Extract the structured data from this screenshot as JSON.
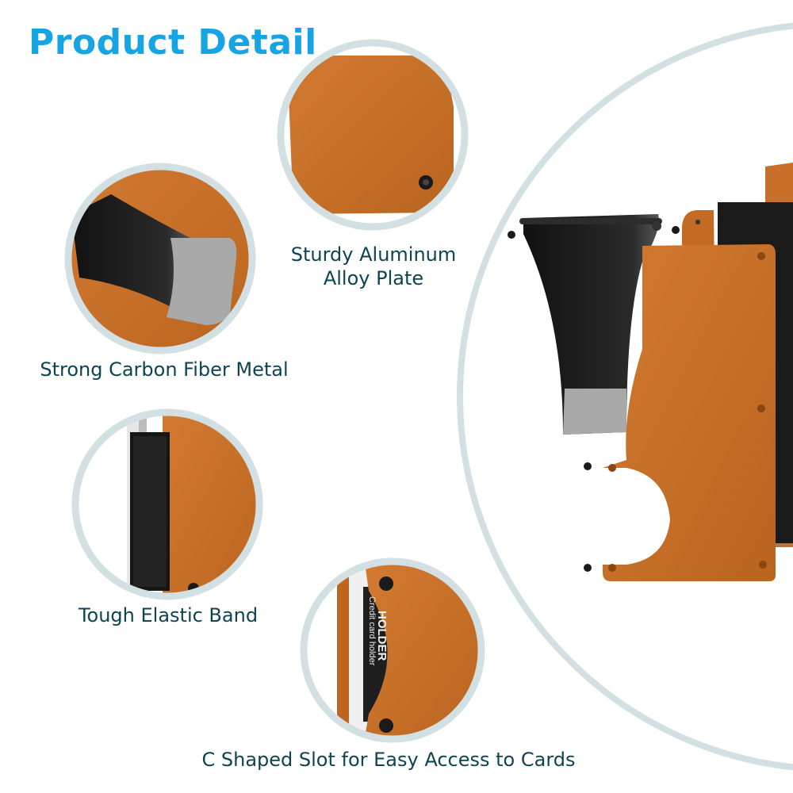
{
  "title": "Product Detail",
  "features": [
    {
      "label": "Sturdy Aluminum",
      "label2": "Alloy Plate"
    },
    {
      "label": "Strong Carbon Fiber Metal"
    },
    {
      "label": "Tough Elastic Band"
    },
    {
      "label": "C Shaped Slot for Easy Access to Cards"
    }
  ],
  "card_print": {
    "brand": "HOLDER",
    "subtitle": "Credit card holder"
  },
  "colors": {
    "title": "#16a5e2",
    "label": "#0e4452",
    "orange": "#c8702a",
    "ring": "#d3e0e3"
  }
}
